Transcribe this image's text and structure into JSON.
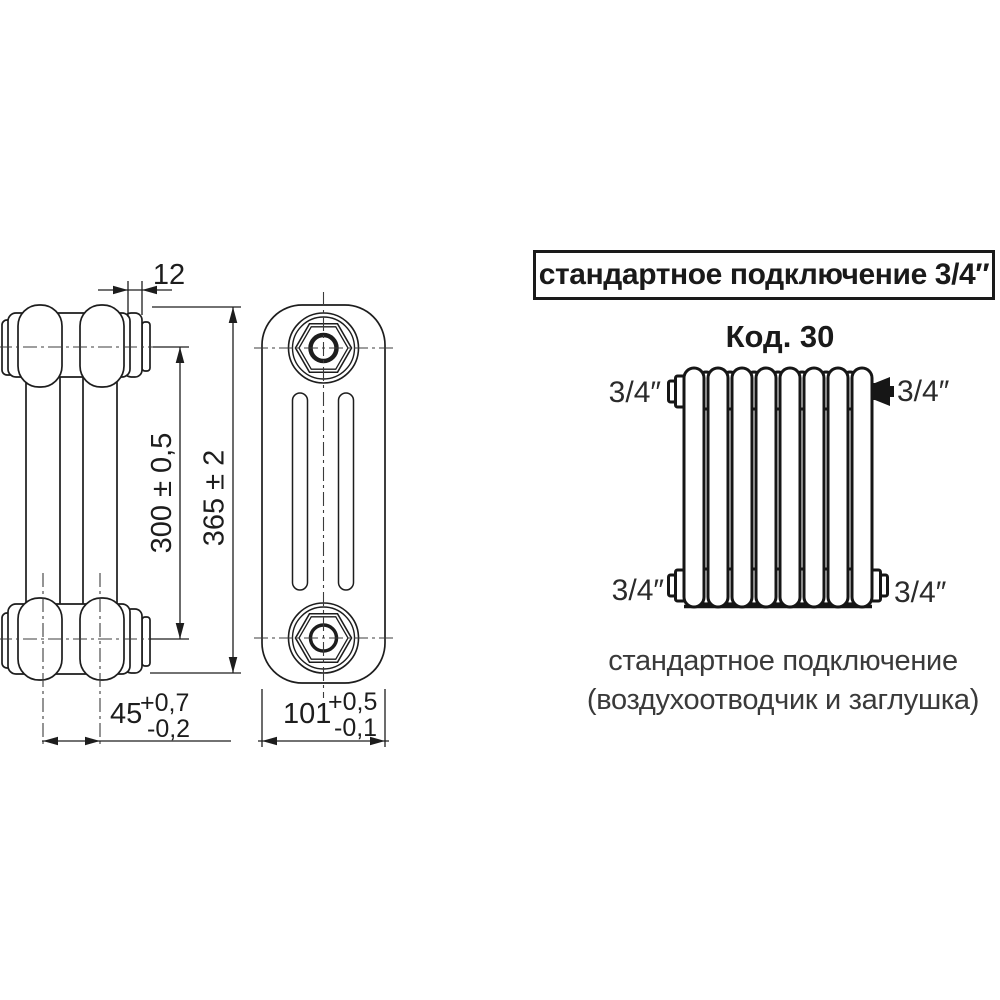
{
  "drawing": {
    "side_view": {
      "dim_pitch": "12",
      "dim_axis_distance": "300 ± 0,5",
      "dim_height": "365 ± 2",
      "dim_column_spacing": "45",
      "dim_column_spacing_tol_plus": "+0,7",
      "dim_column_spacing_tol_minus": "-0,2"
    },
    "front_view": {
      "dim_depth": "101",
      "dim_depth_tol_plus": "+0,5",
      "dim_depth_tol_minus": "-0,1"
    }
  },
  "panel": {
    "title": "стандартное подключение 3/4″",
    "code": "Код. 30",
    "fittings": {
      "top_left": "3/4″",
      "top_right": "3/4″",
      "bottom_left": "3/4″",
      "bottom_right": "3/4″"
    },
    "caption_line1": "стандартное подключение",
    "caption_line2": "(воздухоотводчик и заглушка)"
  },
  "colors": {
    "background": "#ffffff",
    "line": "#1d1d1d",
    "text": "#1a1a1a",
    "caption_text": "#3a3a3a"
  }
}
